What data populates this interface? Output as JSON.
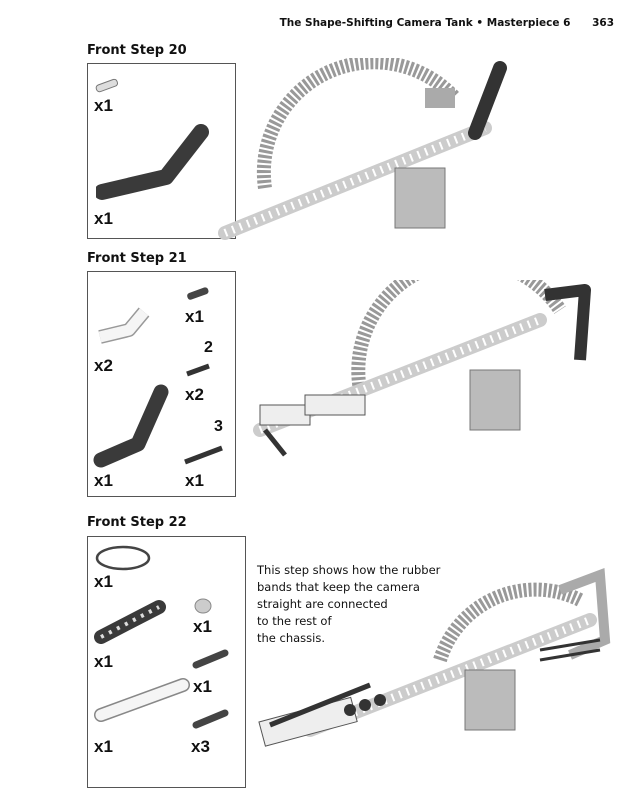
{
  "header": {
    "title": "The Shape-Shifting Camera Tank",
    "separator": "•",
    "chapter": "Masterpiece 6",
    "page_number": "363"
  },
  "steps": [
    {
      "title": "Front Step 20",
      "parts": [
        {
          "icon": "pin-icon",
          "qty": "x1"
        },
        {
          "icon": "bent-beam-icon",
          "qty": "x1"
        }
      ]
    },
    {
      "title": "Front Step 21",
      "parts": [
        {
          "icon": "l-beam-icon",
          "qty": "x2"
        },
        {
          "icon": "pin-icon",
          "qty": "x1"
        },
        {
          "icon": "axle-icon",
          "length": "2",
          "qty": "x2"
        },
        {
          "icon": "bent-beam-icon",
          "qty": "x1"
        },
        {
          "icon": "axle-icon",
          "length": "3",
          "qty": "x1"
        }
      ]
    },
    {
      "title": "Front Step 22",
      "parts": [
        {
          "icon": "rubber-band-icon",
          "qty": "x1"
        },
        {
          "icon": "dark-beam-icon",
          "qty": "x1"
        },
        {
          "icon": "bushing-icon",
          "qty": "x1"
        },
        {
          "icon": "pin-icon",
          "qty": "x1"
        },
        {
          "icon": "white-beam-icon",
          "qty": "x1"
        },
        {
          "icon": "axle-pin-icon",
          "qty": "x3"
        }
      ],
      "description": [
        "This step shows how the rubber",
        "bands that keep the camera",
        "straight are connected",
        "to the rest of",
        "the chassis."
      ]
    }
  ]
}
